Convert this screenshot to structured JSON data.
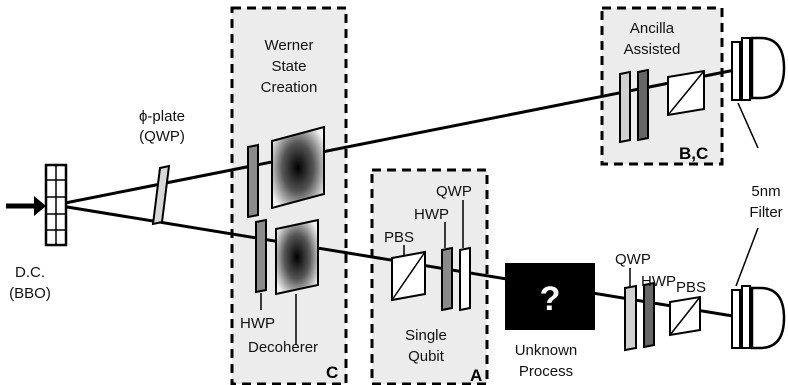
{
  "labels": {
    "dc_line1": "D.C.",
    "dc_line2": "(BBO)",
    "phi_line1": "ϕ-plate",
    "phi_line2": "(QWP)",
    "werner_line1": "Werner",
    "werner_line2": "State",
    "werner_line3": "Creation",
    "hwp_c": "HWP",
    "decoherer": "Decoherer",
    "letter_c": "C",
    "qwp_a": "QWP",
    "hwp_a": "HWP",
    "pbs_a": "PBS",
    "single_line1": "Single",
    "single_line2": "Qubit",
    "letter_a": "A",
    "unknown_symbol": "?",
    "unknown_line1": "Unknown",
    "unknown_line2": "Process",
    "ancilla_line1": "Ancilla",
    "ancilla_line2": "Assisted",
    "letter_bc": "B,C",
    "qwp_r": "QWP",
    "hwp_r": "HWP",
    "pbs_r": "PBS",
    "filter_line1": "5nm",
    "filter_line2": "Filter"
  }
}
